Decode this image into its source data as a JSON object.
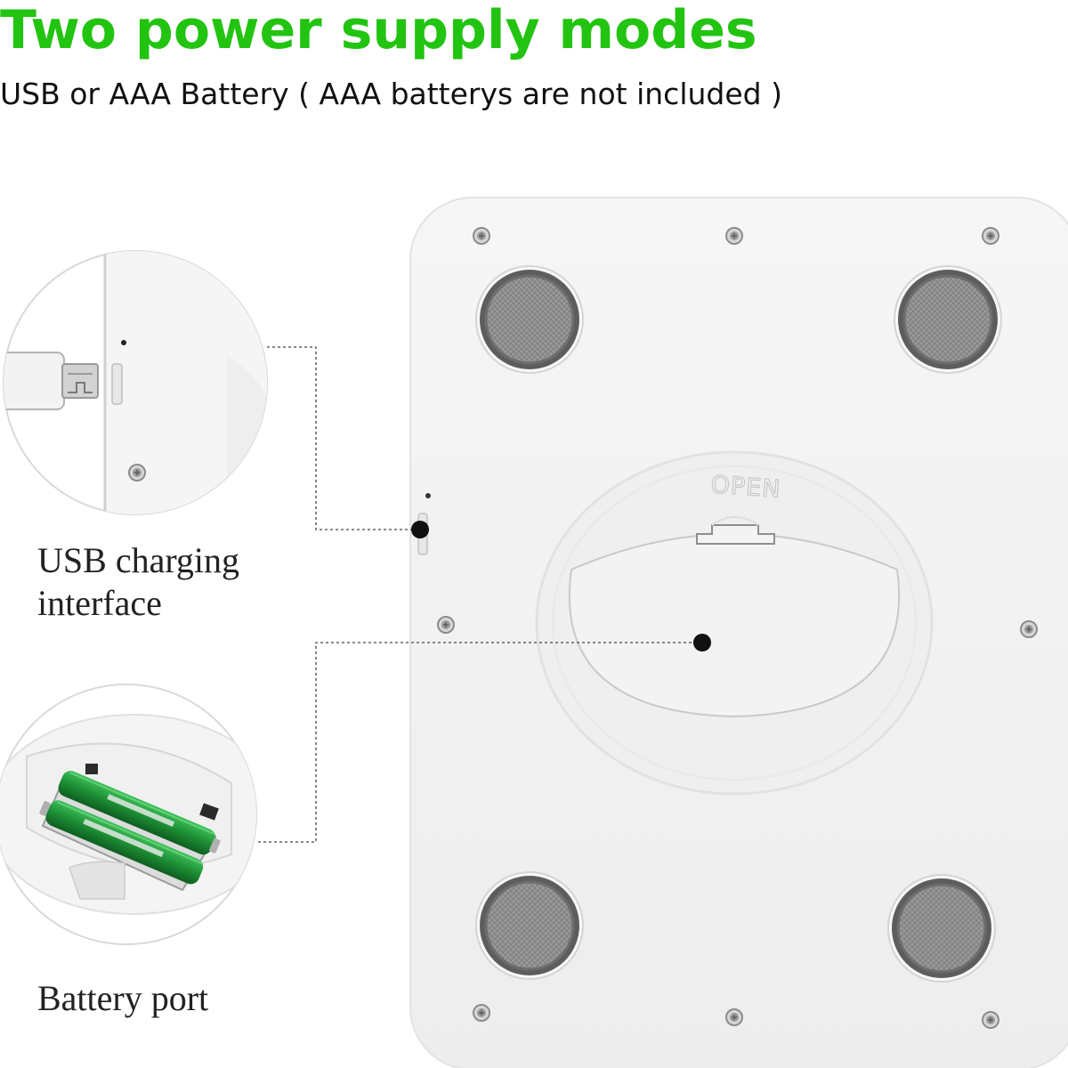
{
  "header": {
    "title": "Two power supply modes",
    "subtitle": "USB or AAA Battery ( AAA batterys are not included )"
  },
  "callouts": {
    "usb_line1": "USB charging",
    "usb_line2": "interface",
    "battery": "Battery port"
  },
  "device": {
    "lid_label": "OPEN"
  },
  "colors": {
    "title": "#22c411",
    "battery_green": "#1f9a3a",
    "device_body": "#f2f2f2"
  },
  "icons": [
    "usb-plug-icon",
    "battery-icon",
    "screw-icon",
    "foot-pad-icon"
  ]
}
